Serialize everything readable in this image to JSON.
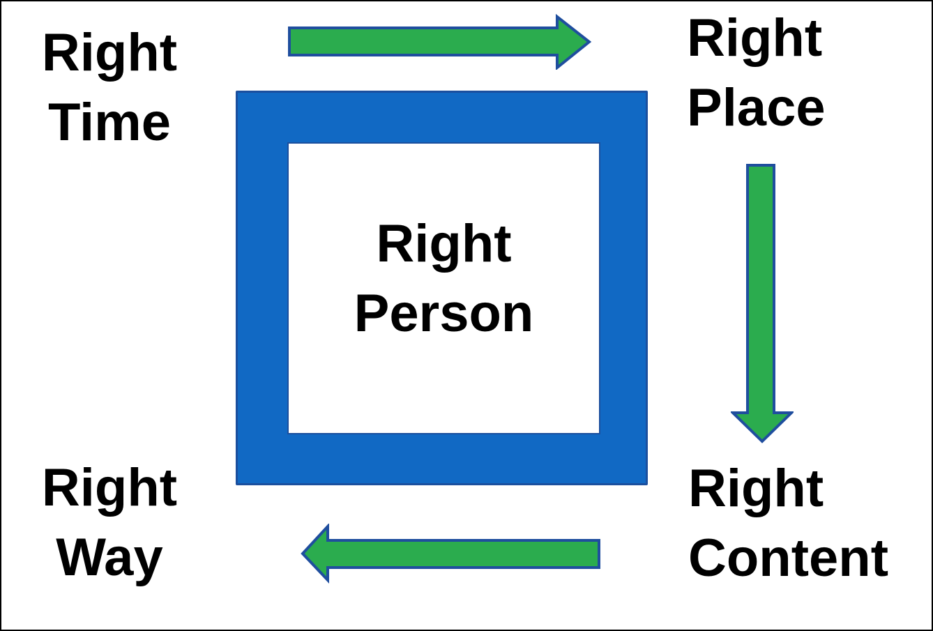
{
  "page": {
    "background": "#FFFFFF",
    "border_color": "#000000"
  },
  "diagram": {
    "type": "cycle-diagram",
    "center_label": {
      "line1": "Right",
      "line2": "Person"
    },
    "labels": {
      "top_left": {
        "line1": "Right",
        "line2": "Time"
      },
      "top_right": {
        "line1": "Right",
        "line2": "Place"
      },
      "bottom_left": {
        "line1": "Right",
        "line2": "Way"
      },
      "bottom_right": {
        "line1": "Right",
        "line2": "Content"
      }
    },
    "arrows": [
      {
        "name": "top-arrow",
        "direction": "right"
      },
      {
        "name": "right-arrow",
        "direction": "down"
      },
      {
        "name": "bottom-arrow",
        "direction": "left"
      }
    ],
    "colors": {
      "square_fill": "#1169C4",
      "square_border": "#1B4F9E",
      "inner_fill": "#FFFFFF",
      "arrow_fill": "#2BAC4E",
      "arrow_border": "#1F4E9E",
      "text": "#000000"
    }
  }
}
